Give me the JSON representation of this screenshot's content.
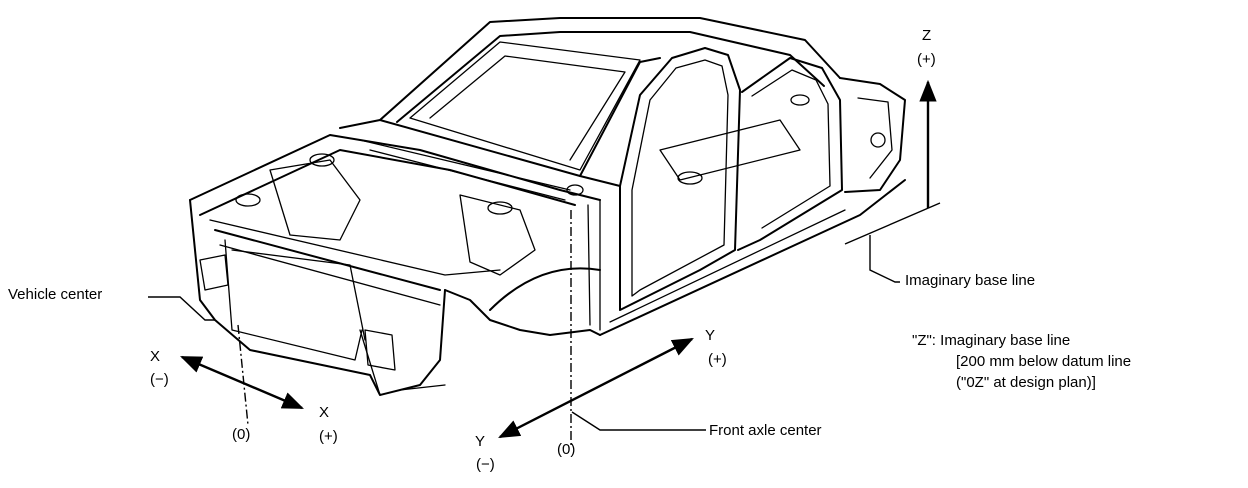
{
  "labels": {
    "z_axis": "Z",
    "z_sign": "(+)",
    "vehicle_center": "Vehicle center",
    "x_minus_axis": "X",
    "x_minus_sign": "(−)",
    "x_plus_axis": "X",
    "x_plus_sign": "(+)",
    "x_zero": "(0)",
    "y_plus_axis": "Y",
    "y_plus_sign": "(+)",
    "y_minus_axis": "Y",
    "y_minus_sign": "(−)",
    "y_zero": "(0)",
    "front_axle_center": "Front axle center",
    "imaginary_base_line": "Imaginary base line"
  },
  "note": {
    "line1": "\"Z\": Imaginary base line",
    "line2": "[200 mm below datum line",
    "line3": "(\"0Z\" at design plan)]"
  }
}
